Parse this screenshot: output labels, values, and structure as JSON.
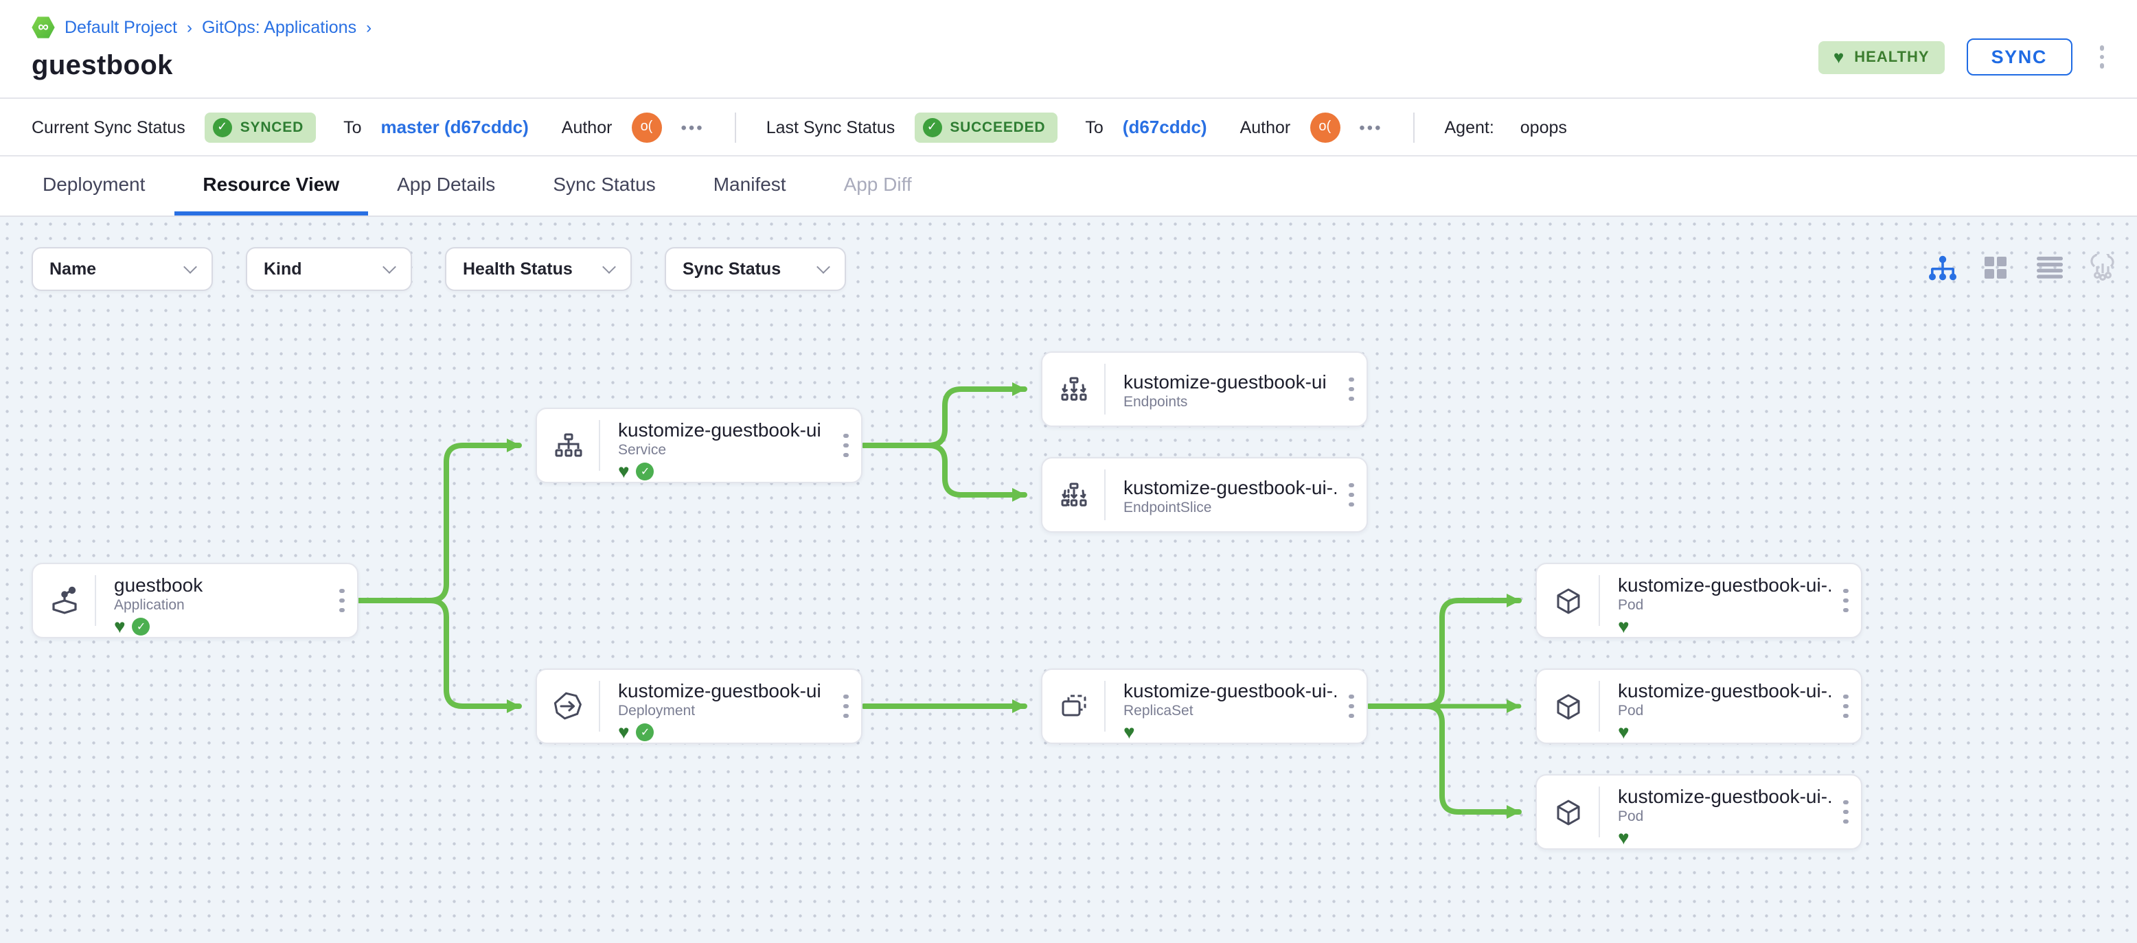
{
  "breadcrumb": {
    "logo_glyph": "∞",
    "items": [
      "Default Project",
      "GitOps: Applications"
    ],
    "separator": "›"
  },
  "page": {
    "title": "guestbook"
  },
  "header": {
    "health_badge": "HEALTHY",
    "sync_button": "SYNC"
  },
  "status_bar": {
    "current": {
      "label": "Current Sync Status",
      "badge": "SYNCED",
      "to_label": "To",
      "revision": "master (d67cddc)",
      "author_label": "Author",
      "author_initials": "o(",
      "more": "•••"
    },
    "last": {
      "label": "Last Sync Status",
      "badge": "SUCCEEDED",
      "to_label": "To",
      "revision": "(d67cddc)",
      "author_label": "Author",
      "author_initials": "o(",
      "more": "•••"
    },
    "agent": {
      "label": "Agent:",
      "value": "opops"
    }
  },
  "tabs": [
    {
      "label": "Deployment",
      "state": "normal"
    },
    {
      "label": "Resource View",
      "state": "active"
    },
    {
      "label": "App Details",
      "state": "normal"
    },
    {
      "label": "Sync Status",
      "state": "normal"
    },
    {
      "label": "Manifest",
      "state": "normal"
    },
    {
      "label": "App Diff",
      "state": "disabled"
    }
  ],
  "filters": [
    {
      "label": "Name"
    },
    {
      "label": "Kind"
    },
    {
      "label": "Health Status"
    },
    {
      "label": "Sync Status"
    }
  ],
  "view_toggles": [
    "tree-view",
    "grid-view",
    "list-view",
    "network-view"
  ],
  "graph": {
    "nodes": [
      {
        "name": "guestbook",
        "kind": "Application",
        "healthy": true,
        "synced": true
      },
      {
        "name": "kustomize-guestbook-ui",
        "kind": "Service",
        "healthy": true,
        "synced": true
      },
      {
        "name": "kustomize-guestbook-ui",
        "kind": "Endpoints",
        "healthy": false,
        "synced": false
      },
      {
        "name": "kustomize-guestbook-ui-...",
        "kind": "EndpointSlice",
        "healthy": false,
        "synced": false
      },
      {
        "name": "kustomize-guestbook-ui",
        "kind": "Deployment",
        "healthy": true,
        "synced": true
      },
      {
        "name": "kustomize-guestbook-ui-...",
        "kind": "ReplicaSet",
        "healthy": true,
        "synced": false
      },
      {
        "name": "kustomize-guestbook-ui-...",
        "kind": "Pod",
        "healthy": true,
        "synced": false
      },
      {
        "name": "kustomize-guestbook-ui-...",
        "kind": "Pod",
        "healthy": true,
        "synced": false
      },
      {
        "name": "kustomize-guestbook-ui-...",
        "kind": "Pod",
        "healthy": true,
        "synced": false
      }
    ],
    "edges": [
      "Application→Service",
      "Application→Deployment",
      "Service→Endpoints",
      "Service→EndpointSlice",
      "Deployment→ReplicaSet",
      "ReplicaSet→Pod",
      "ReplicaSet→Pod",
      "ReplicaSet→Pod"
    ]
  },
  "colors": {
    "accent_blue": "#2970e3",
    "connector_green": "#69bf4b",
    "healthy_dark_green": "#2e7d32",
    "badge_bg_green": "#cbe7c0",
    "avatar_orange": "#ed7738",
    "canvas_bg": "#eff4f9"
  }
}
